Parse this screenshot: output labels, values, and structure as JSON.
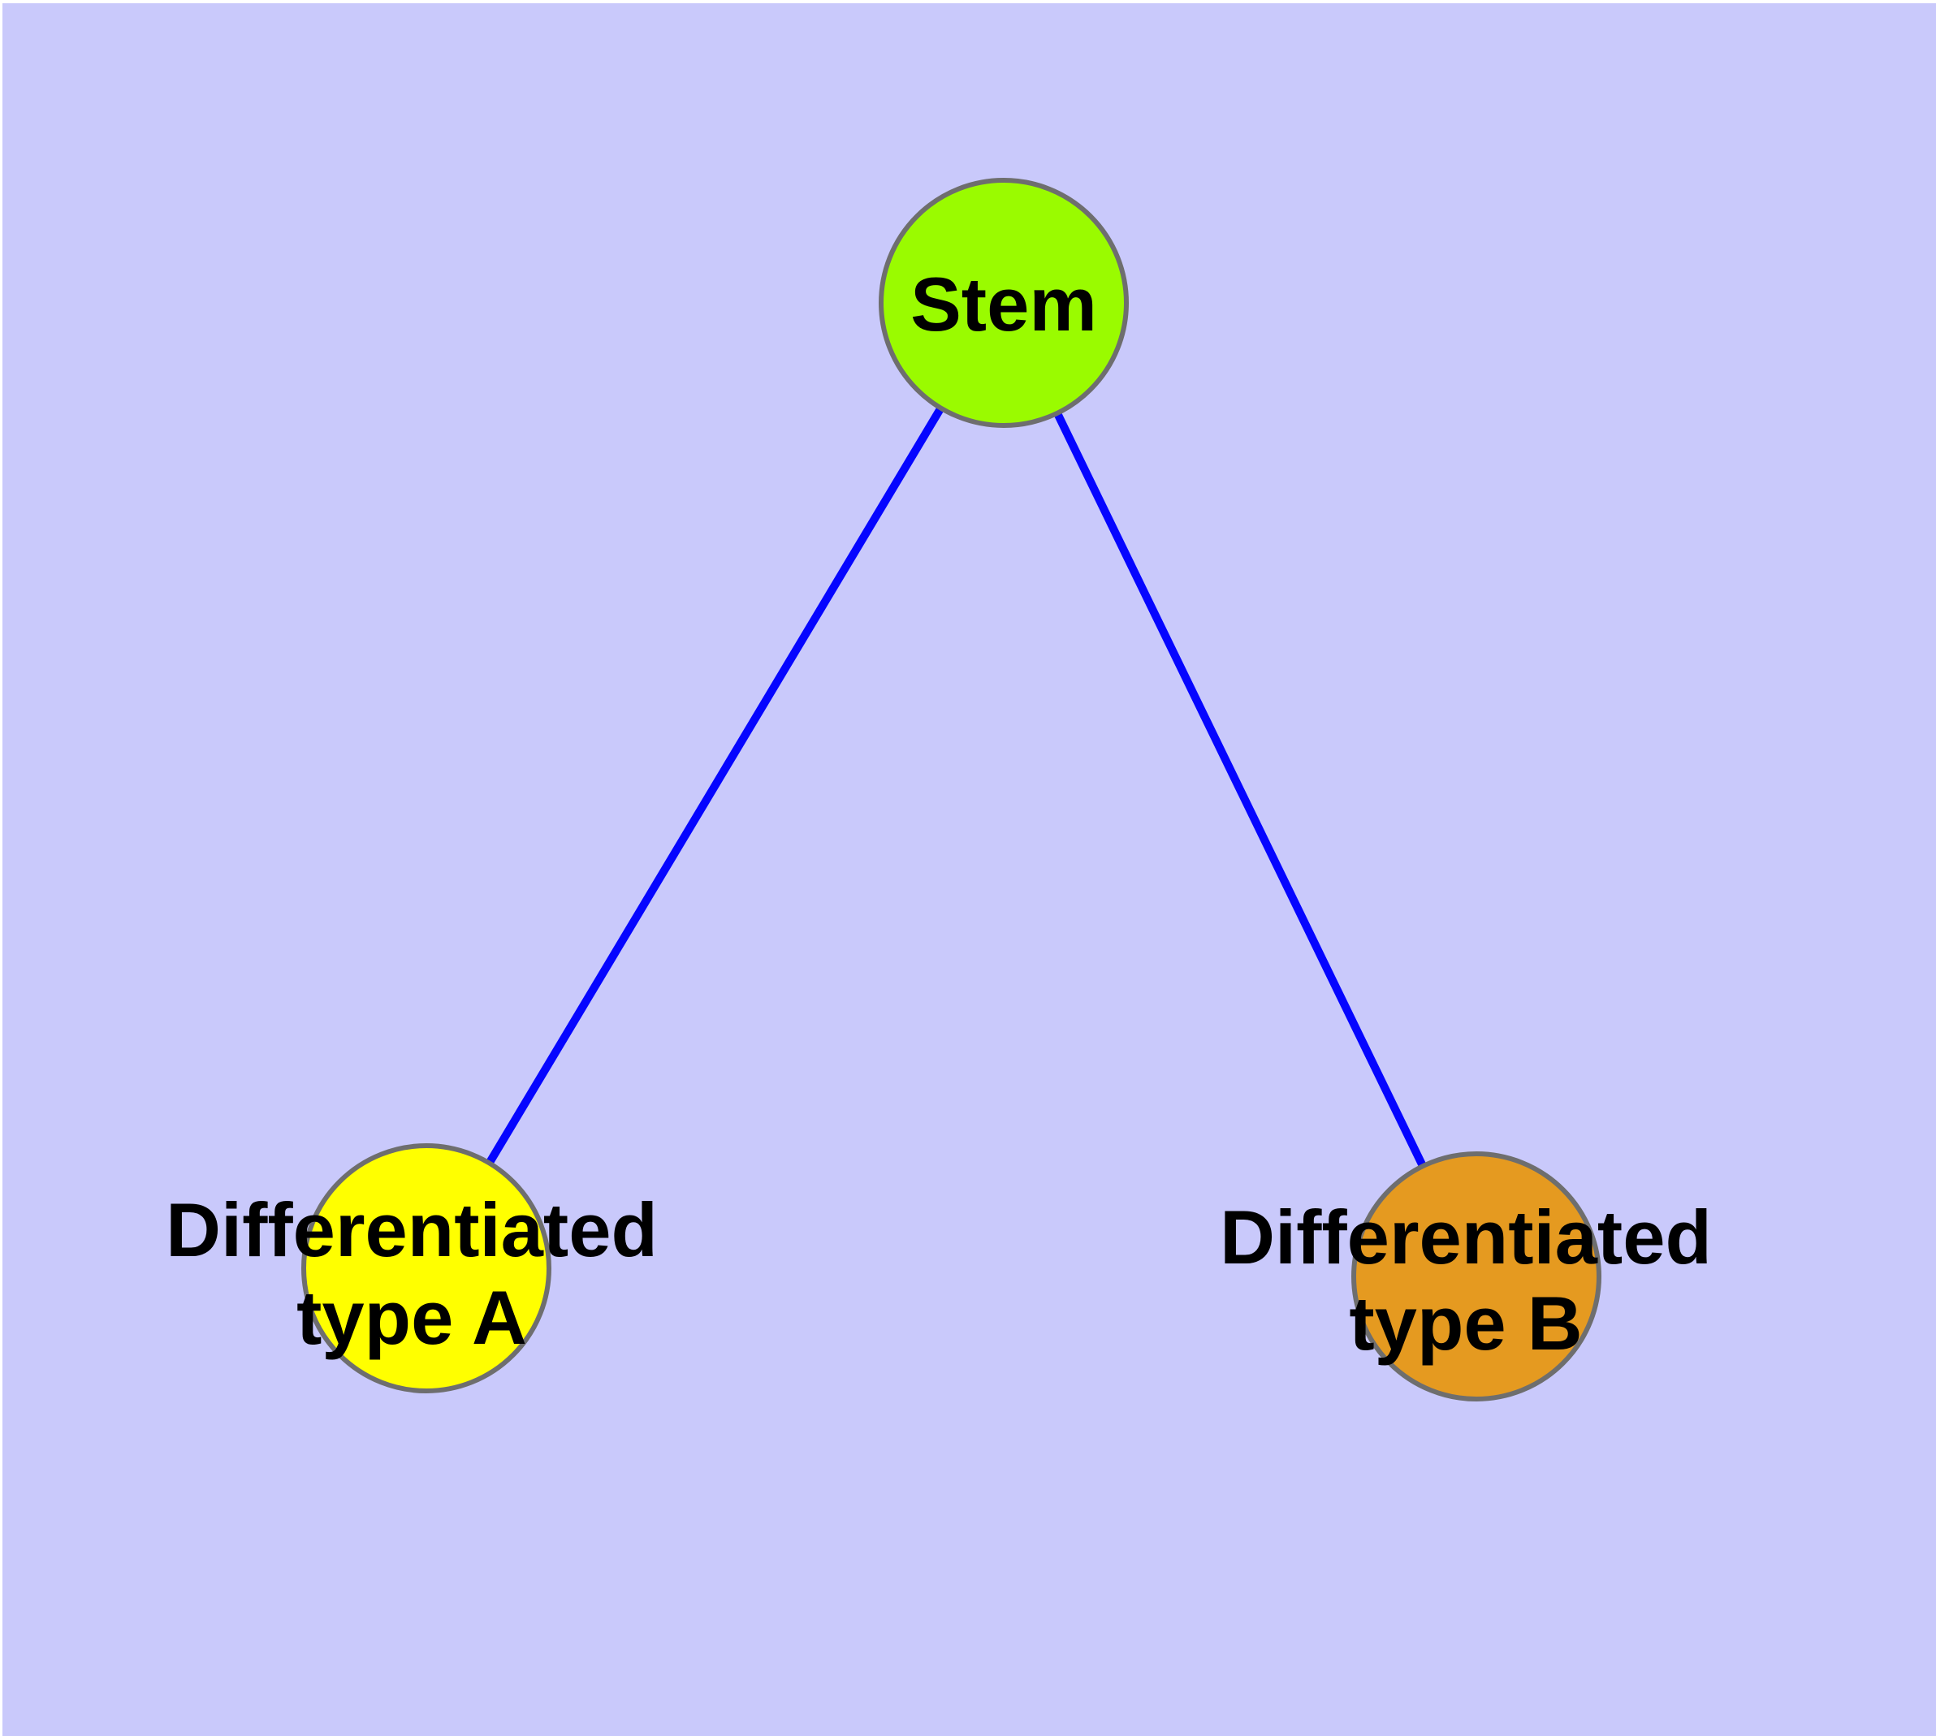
{
  "diagram": {
    "type": "graph",
    "background_color": "#c9c9fb",
    "edge_color": "#0505ff",
    "node_border_color": "#6e6e6e",
    "label_color": "#000000",
    "nodes": [
      {
        "id": "stem",
        "label": "Stem",
        "fill": "#9afb00"
      },
      {
        "id": "differentiated-type-a",
        "label": "Differentiated type A",
        "label_lines": [
          "Differentiated",
          "type A"
        ],
        "fill": "#ffff00"
      },
      {
        "id": "differentiated-type-b",
        "label": "Differentiated type B",
        "label_lines": [
          "Differentiated",
          "type B"
        ],
        "fill": "#e59a20"
      }
    ],
    "edges": [
      {
        "from": "Stem",
        "to": "Differentiated type A"
      },
      {
        "from": "Stem",
        "to": "Differentiated type B"
      }
    ]
  }
}
